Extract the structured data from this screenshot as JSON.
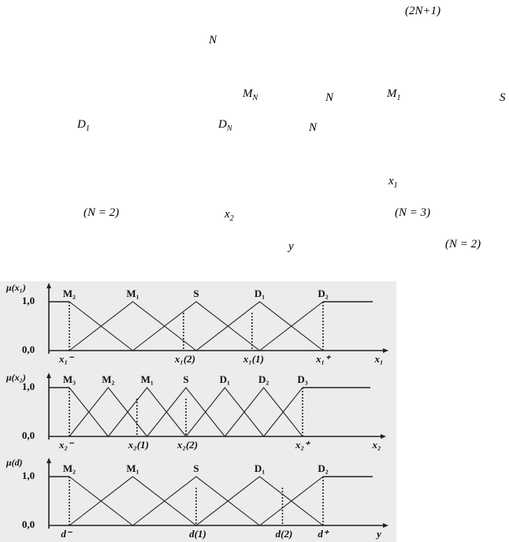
{
  "text_fragments": [
    {
      "id": "f1",
      "text": "(2N+1)"
    },
    {
      "id": "f2",
      "text": "N"
    },
    {
      "id": "f3",
      "main": "M",
      "sub": "N"
    },
    {
      "id": "f4",
      "text": "N"
    },
    {
      "id": "f5",
      "main": "M",
      "sub": "1"
    },
    {
      "id": "f6",
      "text": "S"
    },
    {
      "id": "f7",
      "main": "D",
      "sub": "1"
    },
    {
      "id": "f8",
      "main": "D",
      "sub": "N"
    },
    {
      "id": "f9",
      "text": "N"
    },
    {
      "id": "f10",
      "main": "x",
      "sub": "1"
    },
    {
      "id": "f11",
      "text": "(N = 2)"
    },
    {
      "id": "f12",
      "main": "x",
      "sub": "2"
    },
    {
      "id": "f13",
      "text": "(N = 3)"
    },
    {
      "id": "f14",
      "text": "y"
    },
    {
      "id": "f15",
      "text": "(N = 2)"
    }
  ],
  "chart_data": [
    {
      "type": "line",
      "ylabel": "μ(x₁)",
      "yticks": [
        "1,0",
        "0,0"
      ],
      "sets": [
        "M₂",
        "M₁",
        "S",
        "D₁",
        "D₂"
      ],
      "xticks": [
        "x₁⁻",
        "x₁(2)",
        "x₁(1)",
        "x₁⁺"
      ],
      "axis_label": "x₁",
      "markers": [
        {
          "label": "x₁(2)",
          "value": 0.45
        },
        {
          "label": "x₁(1)",
          "value": 0.72
        }
      ]
    },
    {
      "type": "line",
      "ylabel": "μ(x₂)",
      "yticks": [
        "1,0",
        "0,0"
      ],
      "sets": [
        "M₃",
        "M₂",
        "M₁",
        "S",
        "D₁",
        "D₂",
        "D₃"
      ],
      "xticks": [
        "x₂⁻",
        "x₂(1)",
        "x₂(2)",
        "x₂⁺"
      ],
      "axis_label": "x₂",
      "markers": [
        {
          "label": "x₂(1)",
          "value": 0.29
        },
        {
          "label": "x₂(2)",
          "value": 0.5
        }
      ]
    },
    {
      "type": "line",
      "ylabel": "μ(d)",
      "yticks": [
        "1,0",
        "0,0"
      ],
      "sets": [
        "M₂",
        "M₁",
        "S",
        "D₁",
        "D₂"
      ],
      "xticks": [
        "d⁻",
        "d(1)",
        "d(2)",
        "d⁺"
      ],
      "axis_label": "y",
      "markers": [
        {
          "label": "d(1)",
          "value": 0.5
        },
        {
          "label": "d(2)",
          "value": 0.84
        }
      ]
    }
  ]
}
